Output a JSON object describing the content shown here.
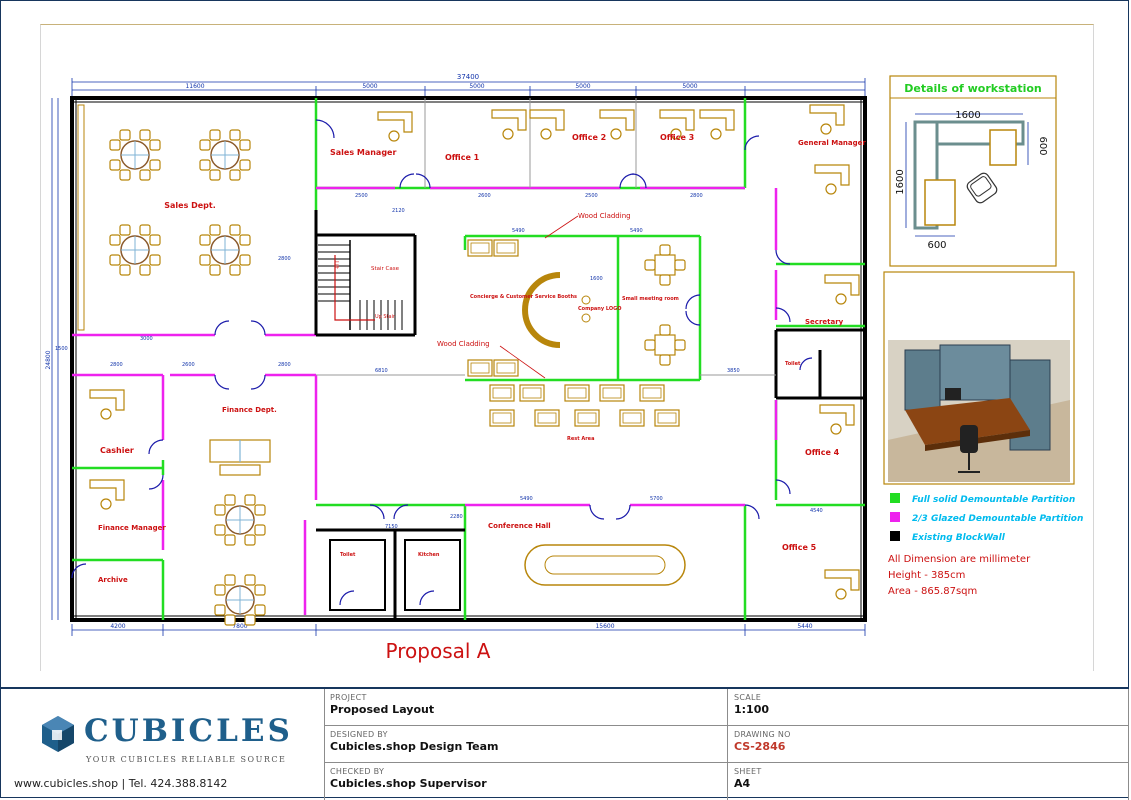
{
  "drawing": {
    "title": "Proposal A",
    "total_width_dim": "37400",
    "overall_height_dim": "24800",
    "rooms": {
      "sales_dept": "Sales Dept.",
      "sales_manager": "Sales Manager",
      "office1": "Office 1",
      "office2": "Office 2",
      "office3": "Office 3",
      "general_manager": "General Manager",
      "stair_case": "Stair Case",
      "lift": "Lift",
      "up_stair": "Up Stair",
      "concierge": "Concierge & Customer Service Booths",
      "company_logo": "Company LOGO",
      "small_meeting": "Small meeting room",
      "secretary": "Secretary",
      "toilet_right": "Toilet",
      "finance_dept": "Finance Dept.",
      "cashier": "Cashier",
      "finance_manager": "Finance Manager",
      "archive": "Archive",
      "rest_area": "Rest Area",
      "office4": "Office 4",
      "conference_hall": "Conference Hall",
      "office5": "Office 5",
      "toilet_bottom": "Toilet",
      "kitchen": "Kitchen"
    },
    "cladding_top": "Wood Cladding",
    "cladding_bottom": "Wood Cladding",
    "dims": {
      "top": [
        "11600",
        "5000",
        "5000",
        "5000",
        "5000"
      ],
      "bottom": [
        "4200",
        "7800",
        "15600",
        "5440"
      ],
      "inner": [
        "2500",
        "2600",
        "2500",
        "2800",
        "5490",
        "5490",
        "6810",
        "3850",
        "5490",
        "5700",
        "4540",
        "2120",
        "1600",
        "7150",
        "2280",
        "1500",
        "2800",
        "2600",
        "2800",
        "2800",
        "3000"
      ]
    }
  },
  "workstation": {
    "title": "Details of workstation",
    "dim_top": "1600",
    "dim_left": "1600",
    "dim_right": "600",
    "dim_bottom": "600"
  },
  "legend": {
    "items": [
      {
        "label": "Full solid Demountable Partition",
        "color": "#22dd22"
      },
      {
        "label": "2/3 Glazed Demountable Partition",
        "color": "#ee22ee"
      },
      {
        "label": "Existing BlockWall",
        "color": "#000000"
      }
    ],
    "notes": [
      "All Dimension are millimeter",
      "Height  -  385cm",
      "Area  -  865.87sqm"
    ]
  },
  "titleblock": {
    "brand": "CUBICLES",
    "tagline": "YOUR CUBICLES RELIABLE SOURCE",
    "contact": "www.cubicles.shop  |  Tel. 424.388.8142",
    "project_label": "PROJECT",
    "project": "Proposed Layout",
    "scale_label": "SCALE",
    "scale": "1:100",
    "designed_label": "DESIGNED BY",
    "designed": "Cubicles.shop Design Team",
    "drawing_no_label": "DRAWING NO",
    "drawing_no": "CS-2846",
    "checked_label": "CHECKED BY",
    "checked": "Cubicles.shop Supervisor",
    "sheet_label": "SHEET",
    "sheet": "A4"
  },
  "colors": {
    "wall": "#000000",
    "solid_partition": "#22dd22",
    "glazed_partition": "#ee22ee",
    "furniture": "#b8860b",
    "room_label": "#cc1111",
    "dimension": "#1133aa",
    "legend_text": "#00bbee",
    "brand_blue": "#1f5f8b"
  }
}
